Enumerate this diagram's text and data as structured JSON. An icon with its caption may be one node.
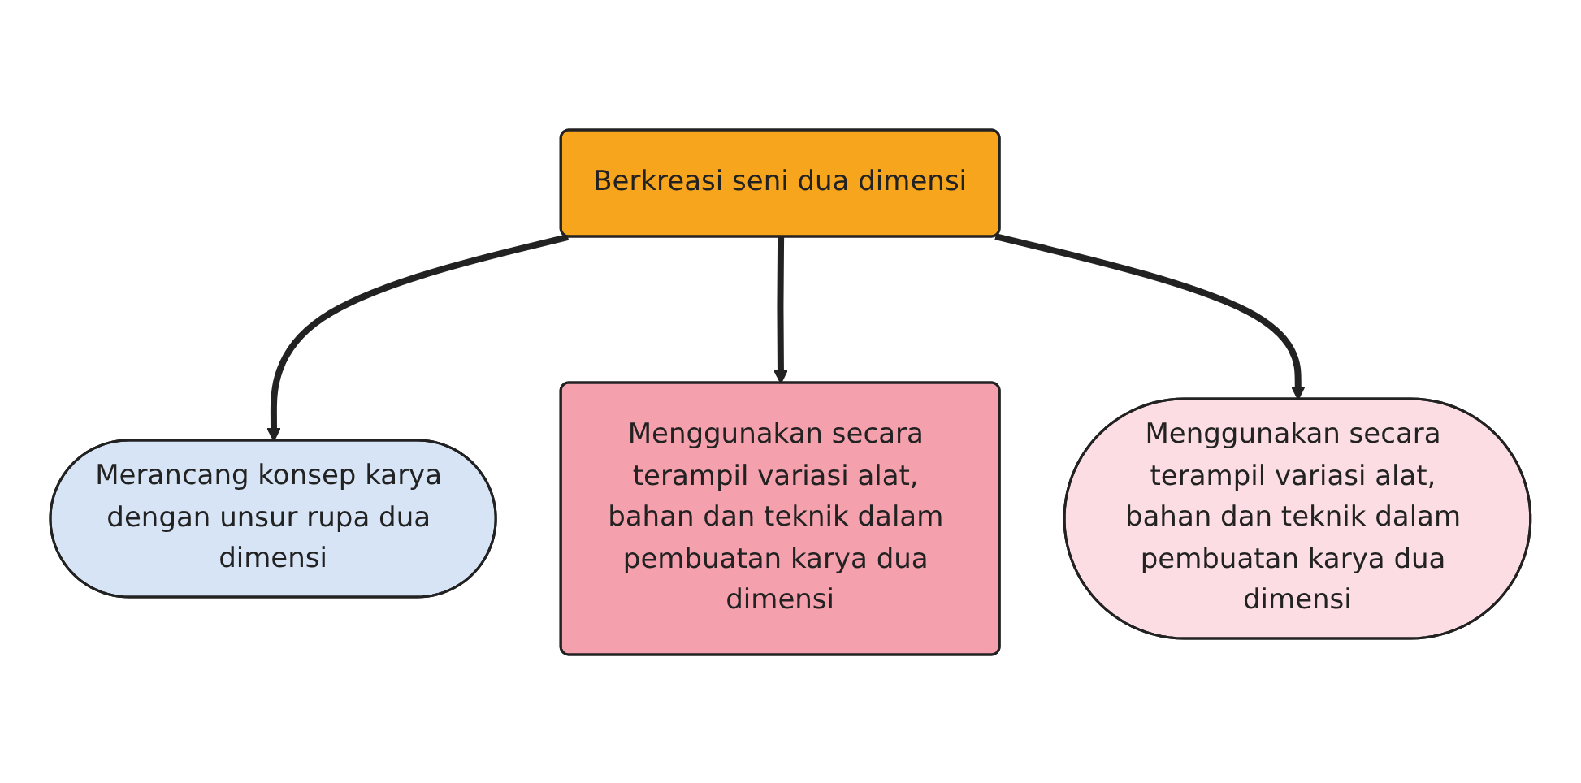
{
  "diagram": {
    "nodes": [
      {
        "text": [
          "Berkreasi seni dua dimensi"
        ]
      },
      {
        "text": [
          "Merancang konsep karya dengan unsur rupa dua dimensi"
        ]
      },
      {
        "text": [
          "Menggunakan secara terampil variasi alat, bahan dan teknik dalam pembuatan karya dua dimensi"
        ]
      },
      {
        "text": [
          "Menggunakan secara terampil variasi alat, bahan dan teknik dalam pembuatan karya dua dimensi"
        ]
      }
    ],
    "edges": [
      {
        "from": 0,
        "to": 1,
        "arrow": "to"
      },
      {
        "from": 0,
        "to": 2,
        "arrow": "to"
      },
      {
        "from": 0,
        "to": 3,
        "arrow": "to"
      }
    ]
  }
}
